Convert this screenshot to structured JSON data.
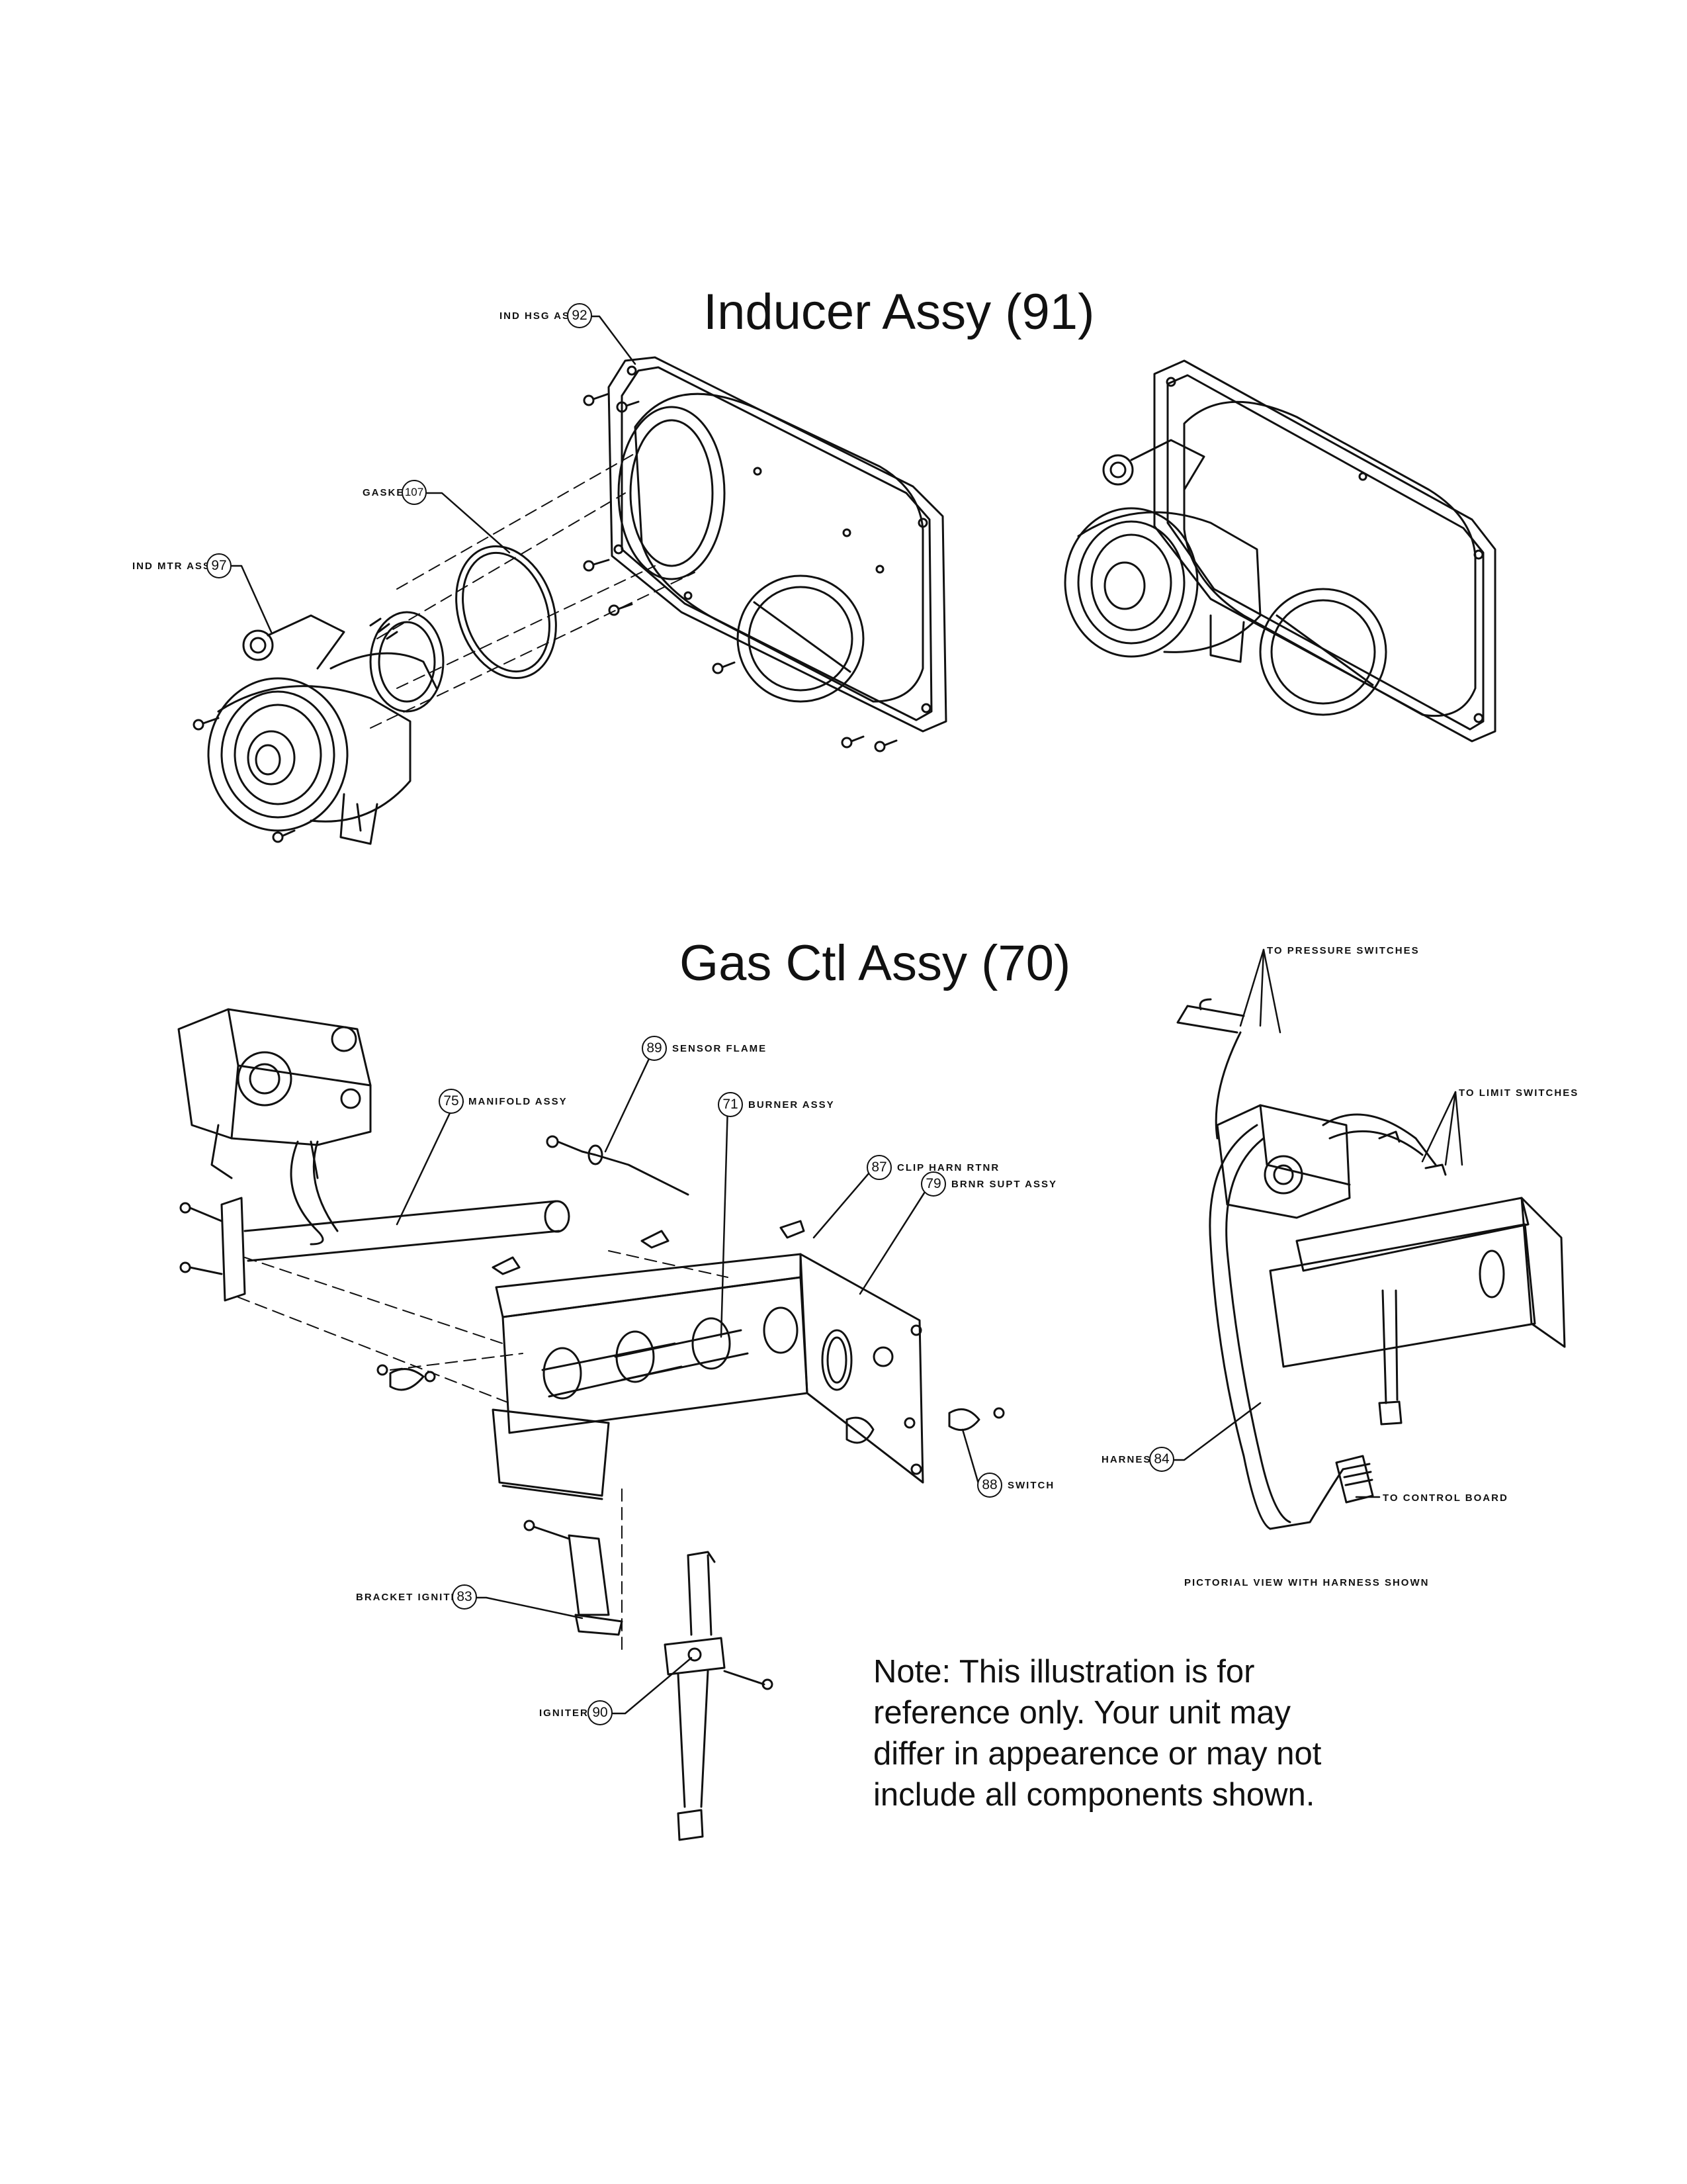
{
  "titles": {
    "inducer": "Inducer Assy (91)",
    "gas_ctl": "Gas Ctl Assy (70)"
  },
  "callouts": {
    "ind_hsg_assy": {
      "text": "IND HSG ASSY",
      "num": "92"
    },
    "gasket": {
      "text": "GASKET",
      "num": "107"
    },
    "ind_mtr_assy": {
      "text": "IND MTR ASSY",
      "num": "97"
    },
    "manifold_assy": {
      "text": "MANIFOLD ASSY",
      "num": "75"
    },
    "sensor_flame": {
      "text": "SENSOR FLAME",
      "num": "89"
    },
    "burner_assy": {
      "text": "BURNER ASSY",
      "num": "71"
    },
    "clip_harn_rtnr": {
      "text": "CLIP HARN RTNR",
      "num": "87"
    },
    "brnr_supt_assy": {
      "text": "BRNR SUPT ASSY",
      "num": "79"
    },
    "switch": {
      "text": "SWITCH",
      "num": "88"
    },
    "bracket_igniter": {
      "text": "BRACKET IGNITER",
      "num": "83"
    },
    "igniter": {
      "text": "IGNITER",
      "num": "90"
    },
    "harness": {
      "text": "HARNESS",
      "num": "84"
    }
  },
  "harness_labels": {
    "pressure_switches": "TO PRESSURE SWITCHES",
    "limit_switches": "TO LIMIT SWITCHES",
    "control_board": "TO CONTROL BOARD",
    "pictorial_caption": "PICTORIAL VIEW WITH HARNESS SHOWN"
  },
  "note": {
    "lines": [
      "Note: This illustration is for",
      "reference only. Your unit may",
      "differ in appearence or may not",
      "include all components shown."
    ]
  }
}
